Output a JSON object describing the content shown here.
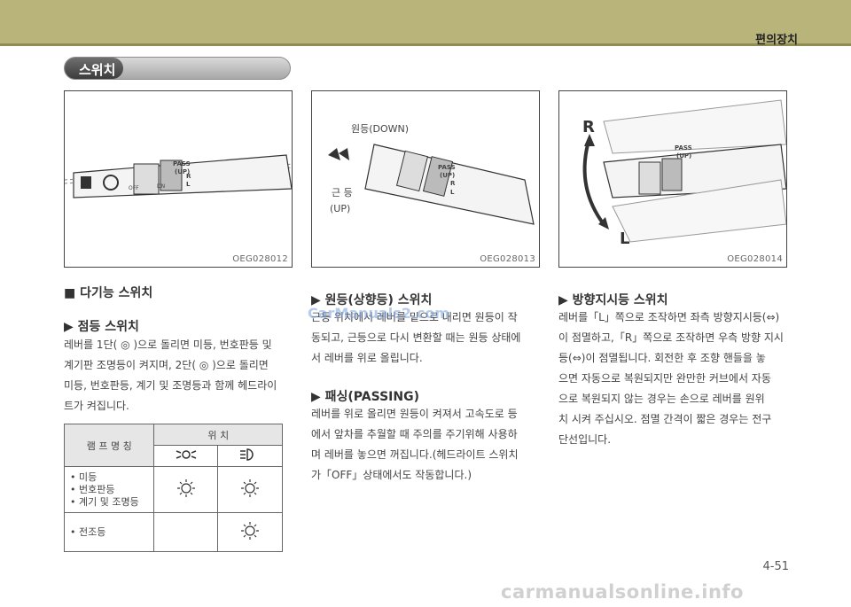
{
  "header": {
    "section": "편의장치"
  },
  "title": "스위치",
  "figures": [
    {
      "code": "OEG028012",
      "labels": {
        "pass": "PASS",
        "up": "(UP)",
        "r": "R",
        "l": "L",
        "off": "OFF",
        "dn": "DN"
      }
    },
    {
      "code": "OEG028013",
      "labels": {
        "down": "원등(DOWN)",
        "low": "근 등",
        "up": "(UP)",
        "pass": "PASS",
        "upsmall": "(UP)",
        "r": "R",
        "l": "L"
      }
    },
    {
      "code": "OEG028014",
      "labels": {
        "R": "R",
        "L": "L",
        "pass": "PASS",
        "up": "(UP)"
      }
    }
  ],
  "col1": {
    "heading": "■ 다기능 스위치",
    "subheading": "▶ 점등 스위치",
    "lines": [
      "레버를 1단( ◎ )으로 돌리면 미등, 번호판등 및",
      "계기판 조명등이 켜지며, 2단( ◎ )으로 돌리면",
      "미등, 번호판등, 계기 및 조명등과 함께 헤드라이",
      "트가 켜집니다."
    ]
  },
  "table": {
    "col_lamp": "램 프 명 칭",
    "col_pos": "위    치",
    "rows": [
      {
        "items": [
          "• 미등",
          "• 번호판등",
          "• 계기 및 조명등"
        ],
        "pos1": "on",
        "pos2": "on"
      },
      {
        "items": [
          "• 전조등"
        ],
        "pos1": "",
        "pos2": "on"
      }
    ]
  },
  "col2": {
    "heading1": "▶ 원등(상향등) 스위치",
    "lines1": [
      "근등 위치에서 레버를 밑으로 내리면 원등이 작",
      "동되고, 근등으로 다시 변환할 때는 원등 상태에",
      "서 레버를 위로 올립니다."
    ],
    "heading2": "▶ 패싱(PASSING)",
    "lines2": [
      "레버를 위로 올리면 원등이 켜져서 고속도로 등",
      "에서 앞차를 추월할 때 주의를 주기위해 사용하",
      "며 레버를 놓으면 꺼집니다.(헤드라이트 스위치",
      "가「OFF」상태에서도 작동합니다.)"
    ]
  },
  "col3": {
    "heading": "▶ 방향지시등 스위치",
    "lines": [
      "레버를「L」쪽으로 조작하면 좌측 방향지시등(⇔)",
      "이 점멸하고,「R」쪽으로 조작하면 우측 방향 지시",
      "등(⇔)이 점멸됩니다. 회전한 후 조향 핸들을 놓",
      "으면 자동으로 복원되지만 완만한 커브에서 자동",
      "으로 복원되지 않는 경우는 손으로 레버를 원위",
      "치 시켜 주십시오. 점멸 간격이 짧은 경우는 전구",
      "단선입니다."
    ]
  },
  "page_number": "4-51",
  "watermarks": {
    "top": "CarManuals2.com",
    "bottom": "carmanualsonline.info"
  }
}
